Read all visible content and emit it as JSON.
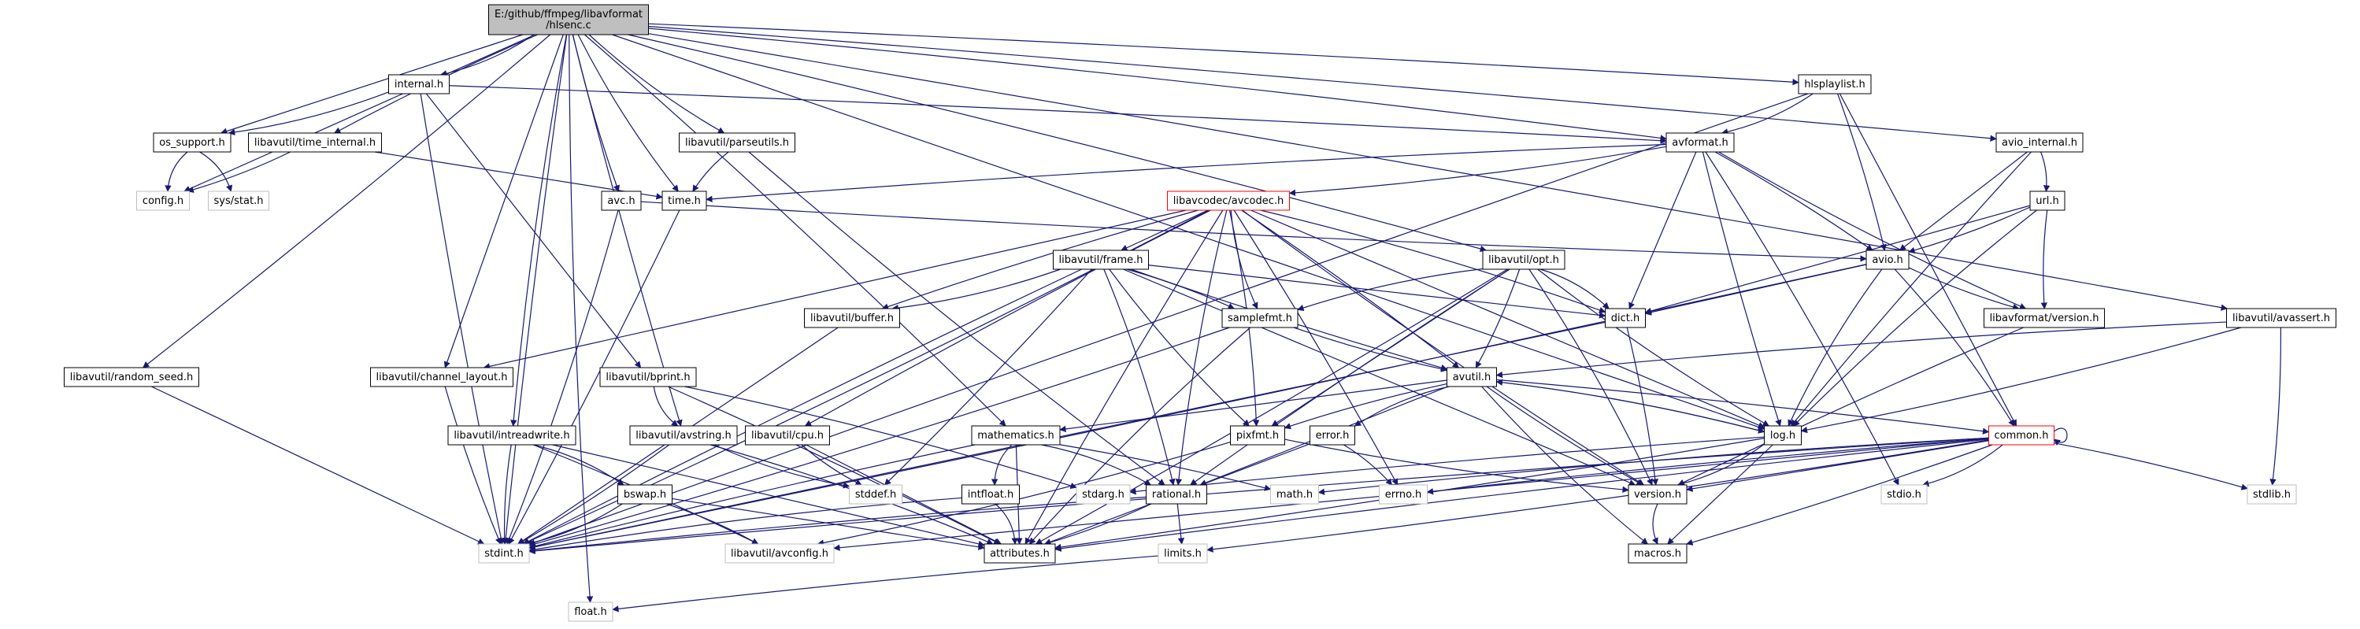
{
  "graph": {
    "nodes": [
      {
        "id": "root",
        "lines": [
          "E:/github/ffmpeg/libavformat",
          "/hlsenc.c"
        ],
        "kind": "root"
      },
      {
        "id": "internal",
        "lines": [
          "internal.h"
        ],
        "kind": "normal"
      },
      {
        "id": "hlsplaylist",
        "lines": [
          "hlsplaylist.h"
        ],
        "kind": "normal"
      },
      {
        "id": "os_support",
        "lines": [
          "os_support.h"
        ],
        "kind": "normal"
      },
      {
        "id": "time_internal",
        "lines": [
          "libavutil/time_internal.h"
        ],
        "kind": "normal"
      },
      {
        "id": "parseutils",
        "lines": [
          "libavutil/parseutils.h"
        ],
        "kind": "normal"
      },
      {
        "id": "avformat",
        "lines": [
          "avformat.h"
        ],
        "kind": "normal"
      },
      {
        "id": "avio_internal",
        "lines": [
          "avio_internal.h"
        ],
        "kind": "normal"
      },
      {
        "id": "config",
        "lines": [
          "config.h"
        ],
        "kind": "external"
      },
      {
        "id": "sys_stat",
        "lines": [
          "sys/stat.h"
        ],
        "kind": "external"
      },
      {
        "id": "avc",
        "lines": [
          "avc.h"
        ],
        "kind": "normal"
      },
      {
        "id": "time",
        "lines": [
          "time.h"
        ],
        "kind": "normal"
      },
      {
        "id": "avcodec",
        "lines": [
          "libavcodec/avcodec.h"
        ],
        "kind": "incomplete"
      },
      {
        "id": "url",
        "lines": [
          "url.h"
        ],
        "kind": "normal"
      },
      {
        "id": "frame",
        "lines": [
          "libavutil/frame.h"
        ],
        "kind": "normal"
      },
      {
        "id": "opt",
        "lines": [
          "libavutil/opt.h"
        ],
        "kind": "normal"
      },
      {
        "id": "avio",
        "lines": [
          "avio.h"
        ],
        "kind": "normal"
      },
      {
        "id": "buffer",
        "lines": [
          "libavutil/buffer.h"
        ],
        "kind": "normal"
      },
      {
        "id": "samplefmt",
        "lines": [
          "samplefmt.h"
        ],
        "kind": "normal"
      },
      {
        "id": "dict",
        "lines": [
          "dict.h"
        ],
        "kind": "normal"
      },
      {
        "id": "lavf_version",
        "lines": [
          "libavformat/version.h"
        ],
        "kind": "normal"
      },
      {
        "id": "avassert",
        "lines": [
          "libavutil/avassert.h"
        ],
        "kind": "normal"
      },
      {
        "id": "random_seed",
        "lines": [
          "libavutil/random_seed.h"
        ],
        "kind": "normal"
      },
      {
        "id": "channel_layout",
        "lines": [
          "libavutil/channel_layout.h"
        ],
        "kind": "normal"
      },
      {
        "id": "bprint",
        "lines": [
          "libavutil/bprint.h"
        ],
        "kind": "normal"
      },
      {
        "id": "avutil",
        "lines": [
          "avutil.h"
        ],
        "kind": "normal"
      },
      {
        "id": "intreadwrite",
        "lines": [
          "libavutil/intreadwrite.h"
        ],
        "kind": "normal"
      },
      {
        "id": "avstring",
        "lines": [
          "libavutil/avstring.h"
        ],
        "kind": "normal"
      },
      {
        "id": "cpu",
        "lines": [
          "libavutil/cpu.h"
        ],
        "kind": "normal"
      },
      {
        "id": "mathematics",
        "lines": [
          "mathematics.h"
        ],
        "kind": "normal"
      },
      {
        "id": "pixfmt",
        "lines": [
          "pixfmt.h"
        ],
        "kind": "normal"
      },
      {
        "id": "error",
        "lines": [
          "error.h"
        ],
        "kind": "normal"
      },
      {
        "id": "log",
        "lines": [
          "log.h"
        ],
        "kind": "normal"
      },
      {
        "id": "common",
        "lines": [
          "common.h"
        ],
        "kind": "incomplete"
      },
      {
        "id": "stddef",
        "lines": [
          "stddef.h"
        ],
        "kind": "external"
      },
      {
        "id": "intfloat",
        "lines": [
          "intfloat.h"
        ],
        "kind": "normal"
      },
      {
        "id": "stdarg",
        "lines": [
          "stdarg.h"
        ],
        "kind": "external"
      },
      {
        "id": "rational",
        "lines": [
          "rational.h"
        ],
        "kind": "normal"
      },
      {
        "id": "math",
        "lines": [
          "math.h"
        ],
        "kind": "external"
      },
      {
        "id": "errno",
        "lines": [
          "errno.h"
        ],
        "kind": "external"
      },
      {
        "id": "version",
        "lines": [
          "version.h"
        ],
        "kind": "normal"
      },
      {
        "id": "stdio",
        "lines": [
          "stdio.h"
        ],
        "kind": "external"
      },
      {
        "id": "stdlib",
        "lines": [
          "stdlib.h"
        ],
        "kind": "external"
      },
      {
        "id": "bswap",
        "lines": [
          "bswap.h"
        ],
        "kind": "normal"
      },
      {
        "id": "stdint",
        "lines": [
          "stdint.h"
        ],
        "kind": "external"
      },
      {
        "id": "avconfig",
        "lines": [
          "libavutil/avconfig.h"
        ],
        "kind": "external"
      },
      {
        "id": "attributes",
        "lines": [
          "attributes.h"
        ],
        "kind": "normal"
      },
      {
        "id": "limits",
        "lines": [
          "limits.h"
        ],
        "kind": "external"
      },
      {
        "id": "macros",
        "lines": [
          "macros.h"
        ],
        "kind": "normal"
      },
      {
        "id": "float",
        "lines": [
          "float.h"
        ],
        "kind": "external"
      }
    ],
    "edges": [
      [
        "root",
        "internal"
      ],
      [
        "root",
        "hlsplaylist"
      ],
      [
        "root",
        "os_support"
      ],
      [
        "root",
        "time_internal"
      ],
      [
        "root",
        "parseutils"
      ],
      [
        "root",
        "avformat"
      ],
      [
        "root",
        "avio_internal"
      ],
      [
        "root",
        "config"
      ],
      [
        "root",
        "avc"
      ],
      [
        "root",
        "time"
      ],
      [
        "root",
        "opt"
      ],
      [
        "root",
        "random_seed"
      ],
      [
        "root",
        "channel_layout"
      ],
      [
        "root",
        "avstring"
      ],
      [
        "root",
        "intreadwrite"
      ],
      [
        "root",
        "mathematics"
      ],
      [
        "root",
        "avassert"
      ],
      [
        "root",
        "log"
      ],
      [
        "root",
        "stdint"
      ],
      [
        "root",
        "float"
      ],
      [
        "internal",
        "os_support"
      ],
      [
        "internal",
        "avformat"
      ],
      [
        "internal",
        "bprint"
      ],
      [
        "internal",
        "stdint"
      ],
      [
        "os_support",
        "config"
      ],
      [
        "os_support",
        "sys_stat"
      ],
      [
        "time_internal",
        "config"
      ],
      [
        "time_internal",
        "time"
      ],
      [
        "parseutils",
        "time"
      ],
      [
        "parseutils",
        "rational"
      ],
      [
        "hlsplaylist",
        "avformat"
      ],
      [
        "hlsplaylist",
        "avio"
      ],
      [
        "hlsplaylist",
        "common"
      ],
      [
        "hlsplaylist",
        "stdint"
      ],
      [
        "avformat",
        "time"
      ],
      [
        "avformat",
        "avcodec"
      ],
      [
        "avformat",
        "avio"
      ],
      [
        "avformat",
        "dict"
      ],
      [
        "avformat",
        "log"
      ],
      [
        "avformat",
        "lavf_version"
      ],
      [
        "avformat",
        "stdio"
      ],
      [
        "avio_internal",
        "url"
      ],
      [
        "avio_internal",
        "avio"
      ],
      [
        "avio_internal",
        "log"
      ],
      [
        "avc",
        "avio"
      ],
      [
        "avc",
        "stdint"
      ],
      [
        "time",
        "stdint"
      ],
      [
        "avcodec",
        "frame"
      ],
      [
        "avcodec",
        "buffer"
      ],
      [
        "avcodec",
        "samplefmt"
      ],
      [
        "avcodec",
        "dict"
      ],
      [
        "avcodec",
        "avutil"
      ],
      [
        "avcodec",
        "channel_layout"
      ],
      [
        "avcodec",
        "cpu"
      ],
      [
        "avcodec",
        "rational"
      ],
      [
        "avcodec",
        "pixfmt"
      ],
      [
        "avcodec",
        "errno"
      ],
      [
        "avcodec",
        "log"
      ],
      [
        "avcodec",
        "attributes"
      ],
      [
        "avcodec",
        "version"
      ],
      [
        "avcodec",
        "stdint"
      ],
      [
        "url",
        "avio"
      ],
      [
        "url",
        "dict"
      ],
      [
        "url",
        "lavf_version"
      ],
      [
        "url",
        "log"
      ],
      [
        "frame",
        "buffer"
      ],
      [
        "frame",
        "samplefmt"
      ],
      [
        "frame",
        "dict"
      ],
      [
        "frame",
        "avutil"
      ],
      [
        "frame",
        "pixfmt"
      ],
      [
        "frame",
        "rational"
      ],
      [
        "frame",
        "stddef"
      ],
      [
        "frame",
        "version"
      ],
      [
        "frame",
        "stdint"
      ],
      [
        "opt",
        "samplefmt"
      ],
      [
        "opt",
        "dict"
      ],
      [
        "opt",
        "avutil"
      ],
      [
        "opt",
        "pixfmt"
      ],
      [
        "opt",
        "rational"
      ],
      [
        "opt",
        "log"
      ],
      [
        "opt",
        "version"
      ],
      [
        "opt",
        "attributes"
      ],
      [
        "avio",
        "dict"
      ],
      [
        "avio",
        "lavf_version"
      ],
      [
        "avio",
        "log"
      ],
      [
        "avio",
        "common"
      ],
      [
        "avio",
        "stdint"
      ],
      [
        "buffer",
        "stdint"
      ],
      [
        "samplefmt",
        "avutil"
      ],
      [
        "samplefmt",
        "attributes"
      ],
      [
        "samplefmt",
        "stdint"
      ],
      [
        "dict",
        "version"
      ],
      [
        "dict",
        "stdint"
      ],
      [
        "lavf_version",
        "version"
      ],
      [
        "avassert",
        "avutil"
      ],
      [
        "avassert",
        "log"
      ],
      [
        "avassert",
        "stdlib"
      ],
      [
        "random_seed",
        "stdint"
      ],
      [
        "channel_layout",
        "stdint"
      ],
      [
        "bprint",
        "avstring"
      ],
      [
        "bprint",
        "stdarg"
      ],
      [
        "bprint",
        "attributes"
      ],
      [
        "avutil",
        "mathematics"
      ],
      [
        "avutil",
        "pixfmt"
      ],
      [
        "avutil",
        "error"
      ],
      [
        "avutil",
        "log"
      ],
      [
        "avutil",
        "common"
      ],
      [
        "avutil",
        "rational"
      ],
      [
        "avutil",
        "version"
      ],
      [
        "avutil",
        "macros"
      ],
      [
        "intreadwrite",
        "bswap"
      ],
      [
        "intreadwrite",
        "avconfig"
      ],
      [
        "intreadwrite",
        "attributes"
      ],
      [
        "intreadwrite",
        "stdint"
      ],
      [
        "avstring",
        "stddef"
      ],
      [
        "avstring",
        "attributes"
      ],
      [
        "avstring",
        "stdint"
      ],
      [
        "cpu",
        "attributes"
      ],
      [
        "cpu",
        "stddef"
      ],
      [
        "mathematics",
        "intfloat"
      ],
      [
        "mathematics",
        "rational"
      ],
      [
        "mathematics",
        "math"
      ],
      [
        "mathematics",
        "attributes"
      ],
      [
        "mathematics",
        "stdint"
      ],
      [
        "pixfmt",
        "version"
      ],
      [
        "pixfmt",
        "avconfig"
      ],
      [
        "error",
        "errno"
      ],
      [
        "error",
        "attributes"
      ],
      [
        "log",
        "stdarg"
      ],
      [
        "log",
        "avutil"
      ],
      [
        "log",
        "version"
      ],
      [
        "log",
        "attributes"
      ],
      [
        "log",
        "macros"
      ],
      [
        "common",
        "errno"
      ],
      [
        "common",
        "math"
      ],
      [
        "common",
        "stdio"
      ],
      [
        "common",
        "stdlib"
      ],
      [
        "common",
        "version"
      ],
      [
        "common",
        "attributes"
      ],
      [
        "common",
        "stdint"
      ],
      [
        "common",
        "limits"
      ],
      [
        "common",
        "macros"
      ],
      [
        "common",
        "avconfig"
      ],
      [
        "common",
        "common"
      ],
      [
        "intfloat",
        "stdint"
      ],
      [
        "intfloat",
        "attributes"
      ],
      [
        "rational",
        "attributes"
      ],
      [
        "rational",
        "limits"
      ],
      [
        "rational",
        "stdint"
      ],
      [
        "version",
        "macros"
      ],
      [
        "bswap",
        "stdint"
      ],
      [
        "bswap",
        "avconfig"
      ],
      [
        "bswap",
        "attributes"
      ],
      [
        "limits",
        "float"
      ]
    ]
  }
}
